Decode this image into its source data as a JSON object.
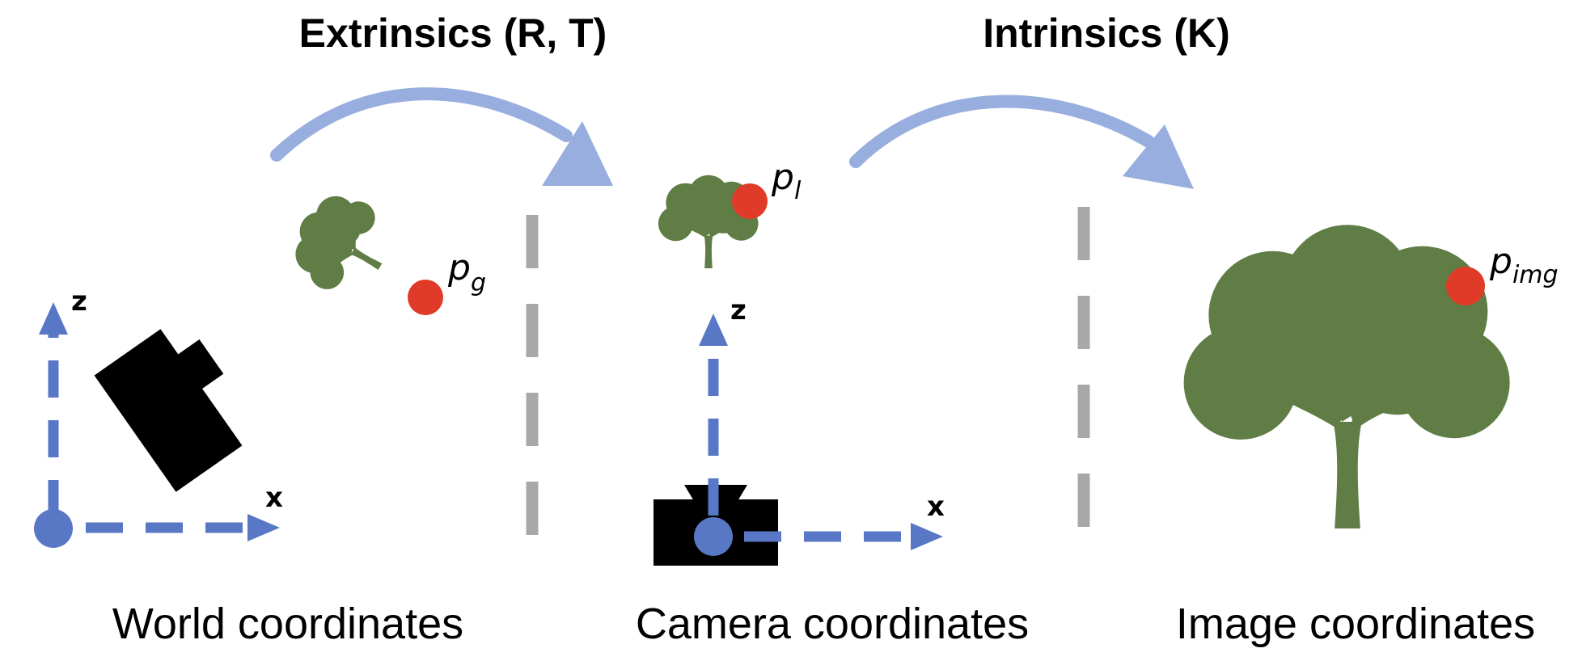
{
  "headings": {
    "extrinsics": "Extrinsics (R, T)",
    "intrinsics": "Intrinsics (K)"
  },
  "captions": {
    "world": "World coordinates",
    "camera": "Camera coordinates",
    "image": "Image coordinates"
  },
  "axes": {
    "world": {
      "z": "z",
      "x": "x"
    },
    "camera": {
      "z": "z",
      "x": "x"
    }
  },
  "points": {
    "world": {
      "base": "p",
      "sub": "g"
    },
    "camera": {
      "base": "p",
      "sub": "l"
    },
    "image": {
      "base": "p",
      "sub": "img"
    }
  },
  "colors": {
    "axis_blue": "#5877C4",
    "arrow_light_blue": "#98AEDE",
    "tree_green": "#5F7D45",
    "point_red": "#E03A28",
    "divider_gray": "#A8A8A8",
    "camera_black": "#000000"
  },
  "icons": [
    "tree-icon",
    "camera-icon",
    "transform-arrow-icon",
    "axis-arrow-icon"
  ]
}
